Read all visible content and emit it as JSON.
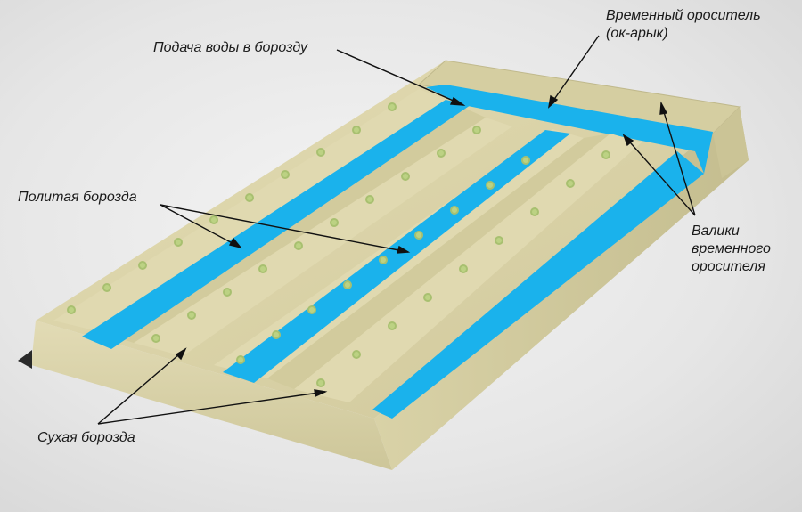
{
  "labels": {
    "water_supply": "Подача воды в борозду",
    "temp_irrigator_line1": "Временный ороситель",
    "temp_irrigator_line2": "(ок-арык)",
    "watered_furrow": "Политая борозда",
    "ridges_line1": "Валики",
    "ridges_line2": "временного",
    "ridges_line3": "оросителя",
    "dry_furrow": "Сухая борозда"
  },
  "colors": {
    "soil_top": "#d8d1a4",
    "soil_front": "#ddd6b0",
    "soil_side": "#c9c294",
    "water": "#1ab2ec",
    "plant": "#b9cf7d"
  }
}
